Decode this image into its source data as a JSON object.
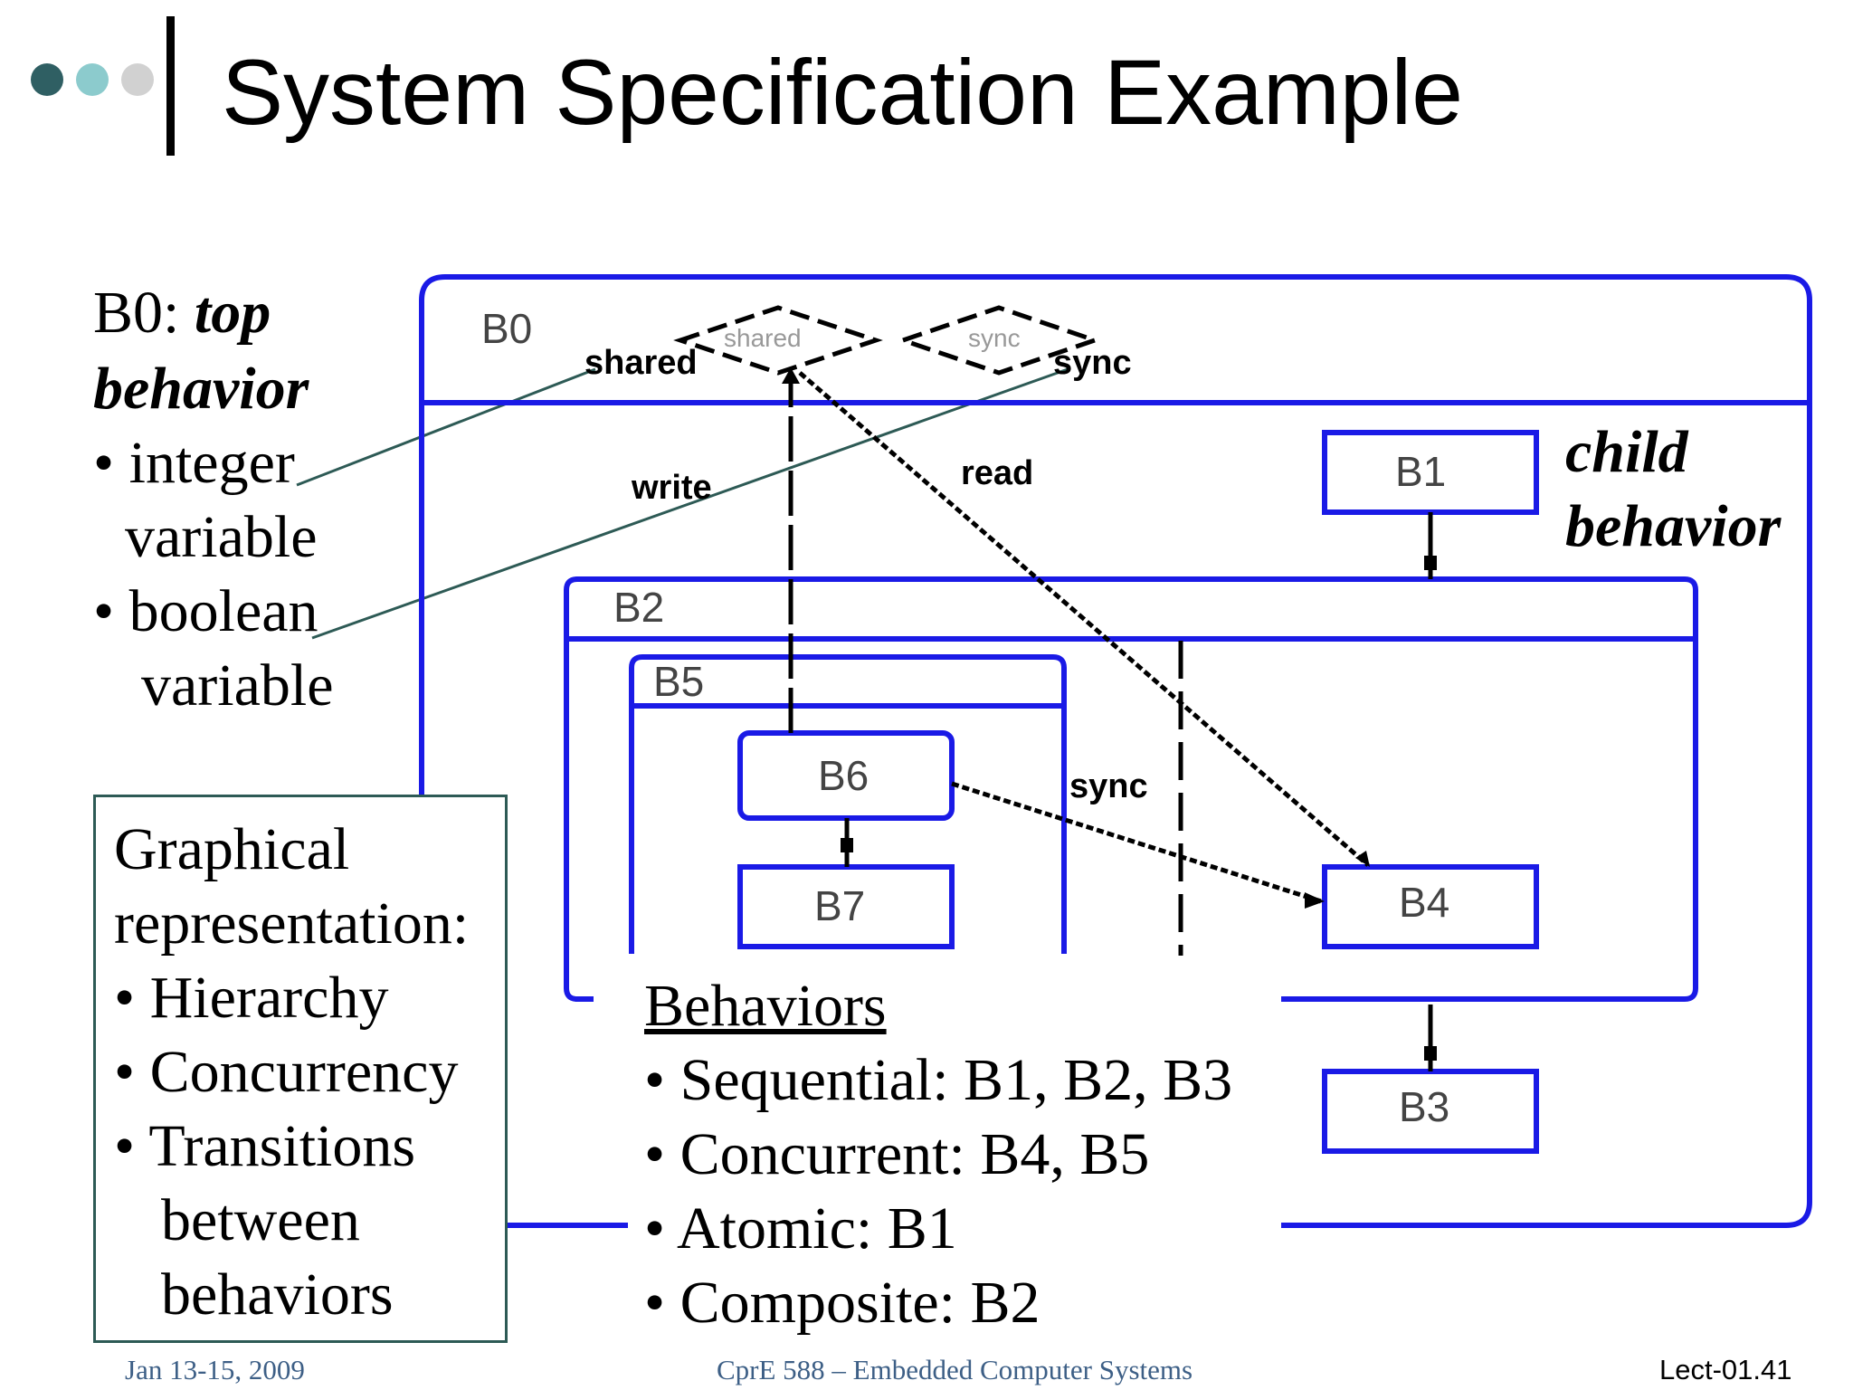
{
  "title": "System Specification Example",
  "colors": {
    "dot1": "#2f5f63",
    "dot2": "#8ccbcd",
    "dot3": "#d1d1d1",
    "diagram_blue": "#1a1ae6",
    "callout_line": "#2d5a55",
    "footer": "#3d5f86"
  },
  "left_top": {
    "b0_prefix": "B0: ",
    "b0_italic": "top",
    "b0_line2": "behavior",
    "bullet1_a": "• integer",
    "bullet1_b": "variable",
    "bullet2_a": "• boolean",
    "bullet2_b": "variable"
  },
  "child_label": {
    "line1": "child",
    "line2": "behavior"
  },
  "graphical_box": {
    "line1": "Graphical",
    "line2": "representation:",
    "line3": "• Hierarchy",
    "line4": "• Concurrency",
    "line5": "• Transitions",
    "line6": "between",
    "line7": "behaviors"
  },
  "behaviors": {
    "heading": "Behaviors",
    "item1": "• Sequential: B1, B2, B3",
    "item2": "• Concurrent: B4, B5",
    "item3": "• Atomic: B1",
    "item4": "• Composite: B2"
  },
  "diagram": {
    "labels": {
      "shared": "shared",
      "sync_top": "sync",
      "write": "write",
      "read": "read",
      "sync_mid": "sync"
    },
    "blocks": {
      "b0": "B0",
      "b1": "B1",
      "b2": "B2",
      "b3": "B3",
      "b4": "B4",
      "b5": "B5",
      "b6": "B6",
      "b7": "B7",
      "shared_var": "shared",
      "sync_var": "sync"
    }
  },
  "footer": {
    "date": "Jan 13-15, 2009",
    "course": "CprE 588 – Embedded Computer Systems",
    "lecture": "Lect-01.41"
  }
}
